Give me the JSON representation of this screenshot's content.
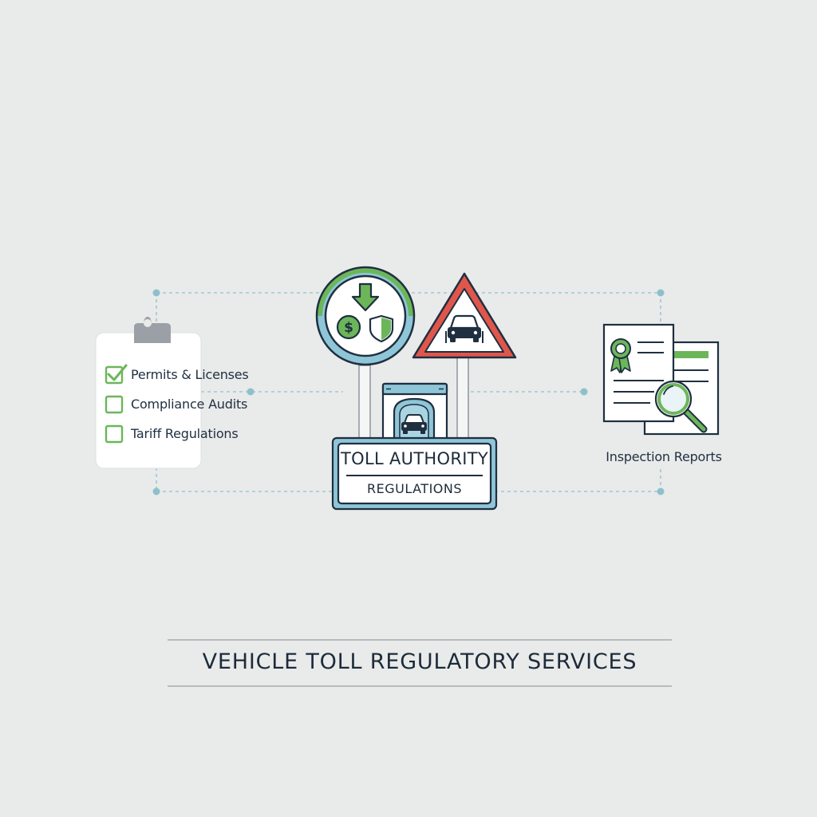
{
  "checklist": {
    "items": [
      {
        "label": "Permits & Licenses",
        "checked": true
      },
      {
        "label": "Compliance Audits",
        "checked": false
      },
      {
        "label": "Tariff Regulations",
        "checked": false
      }
    ]
  },
  "sign": {
    "title": "TOLL AUTHORITY",
    "subtitle": "REGULATIONS"
  },
  "reports": {
    "label": "Inspection Reports"
  },
  "footer": {
    "title": "VEHICLE TOLL REGULATORY SERVICES"
  },
  "colors": {
    "background": "#e9eaea",
    "navy": "#1f2f40",
    "green": "#6cb65a",
    "teal": "#8ec6d8",
    "red": "#e0564b",
    "connector": "#9fc7d1"
  }
}
